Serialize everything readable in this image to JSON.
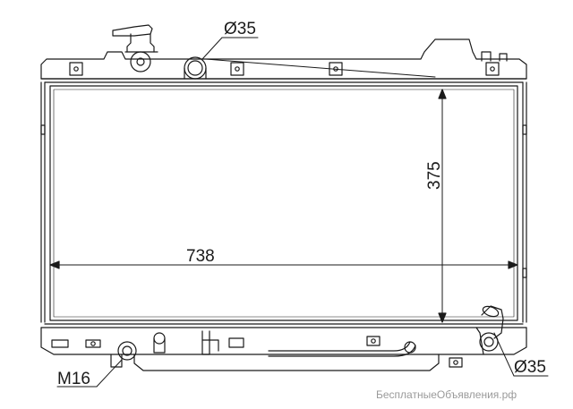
{
  "dimensions": {
    "width": "738",
    "height": "375",
    "inlet_diameter": "Ø35",
    "outlet_diameter": "Ø35",
    "drain_thread": "M16"
  },
  "watermark": "БесплатныеОбъявления.рф",
  "colors": {
    "line": "#1a1a1a",
    "background": "#ffffff",
    "watermark": "#9a9a9a"
  },
  "icons": {
    "filler_cap": "radiator-cap-icon",
    "inlet_pipe": "inlet-pipe-icon",
    "outlet_pipe": "outlet-pipe-icon",
    "drain_plug": "drain-plug-icon"
  }
}
